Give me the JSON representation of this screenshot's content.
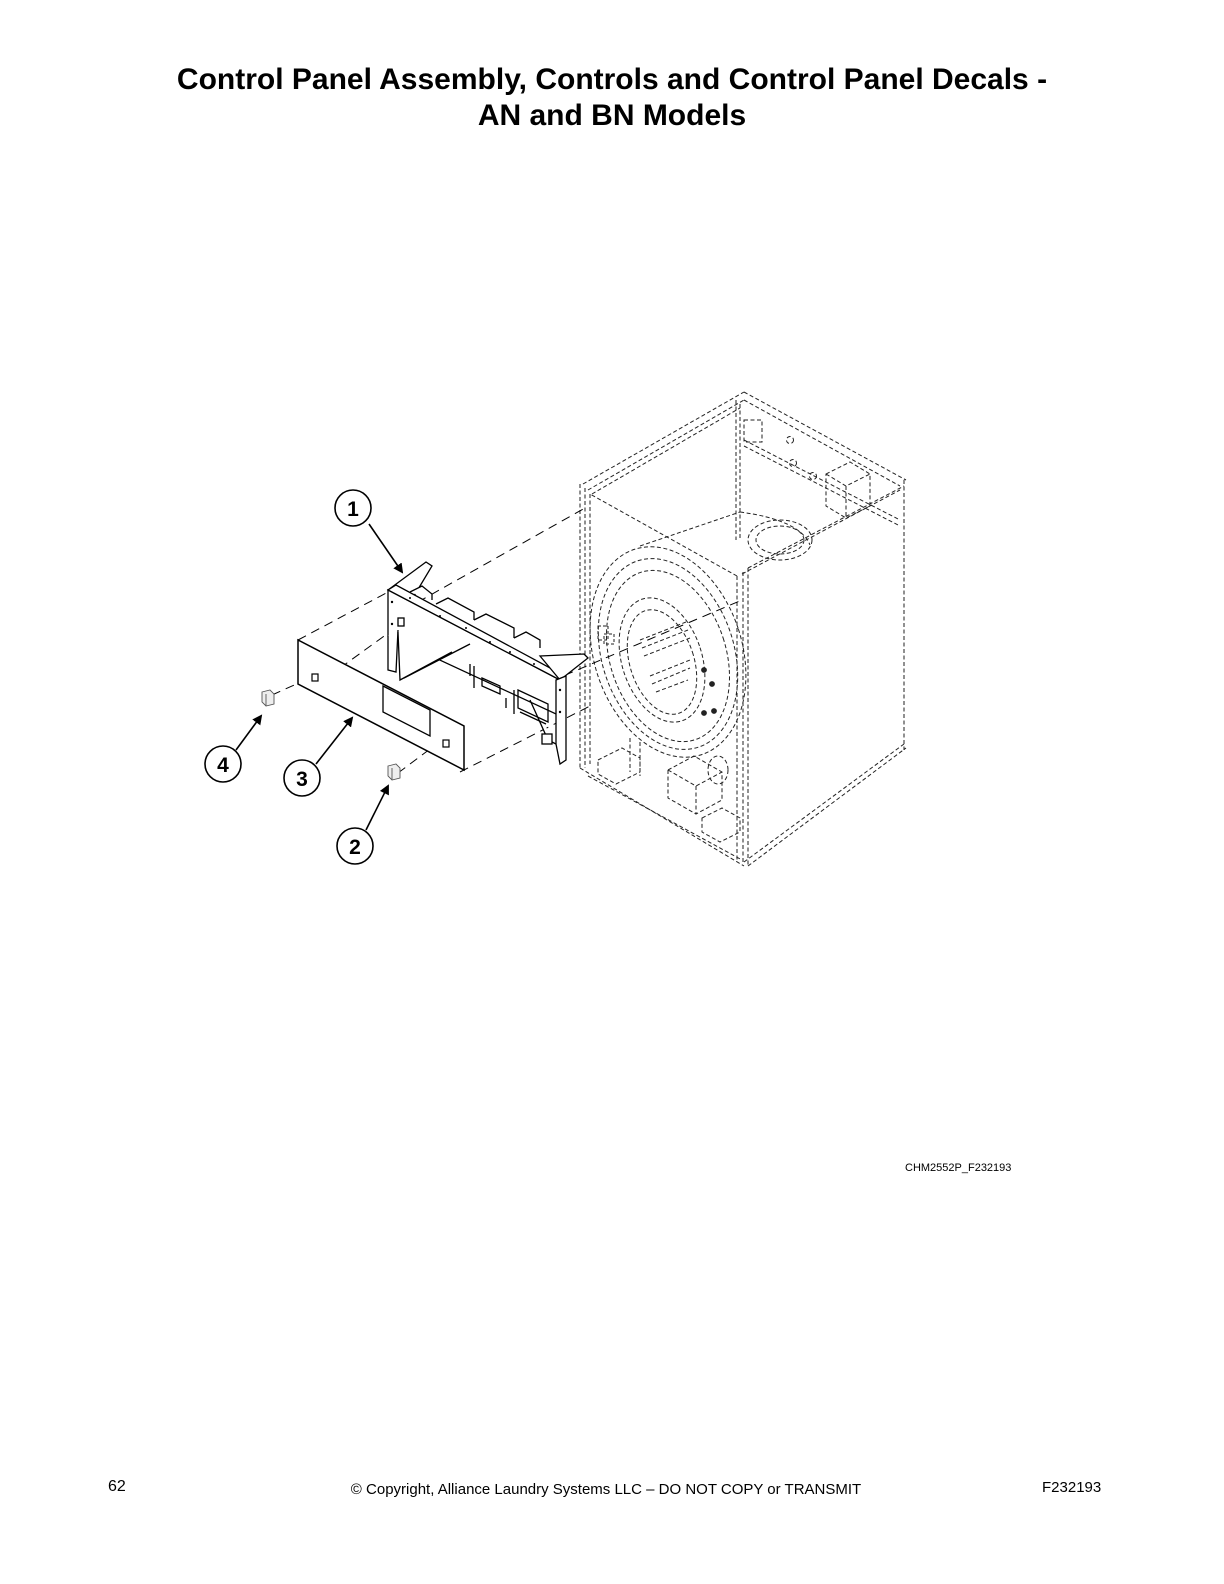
{
  "page": {
    "title_line1": "Control Panel Assembly, Controls and Control Panel Decals -",
    "title_line2": "AN and BN Models"
  },
  "diagram": {
    "figure_id": "CHM2552P_F232193",
    "callouts": [
      {
        "number": "1",
        "part": "control-panel-bracket"
      },
      {
        "number": "2",
        "part": "control-clip-right"
      },
      {
        "number": "3",
        "part": "control-panel-decal"
      },
      {
        "number": "4",
        "part": "control-clip-left"
      }
    ],
    "colors": {
      "line": "#000000",
      "dash": "#222222",
      "background": "#ffffff"
    }
  },
  "footer": {
    "page_number": "62",
    "copyright": "© Copyright, Alliance Laundry Systems LLC – DO NOT COPY or TRANSMIT",
    "doc_code": "F232193"
  }
}
